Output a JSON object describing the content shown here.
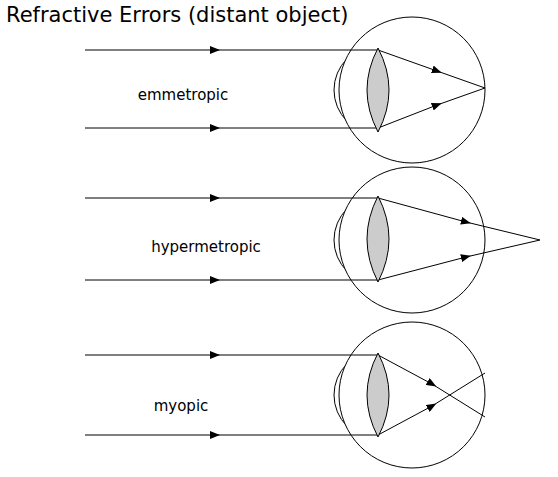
{
  "diagram": {
    "title": "Refractive Errors (distant object)",
    "labels": [
      "emmetropic",
      "hypermetropic",
      "myopic"
    ]
  }
}
